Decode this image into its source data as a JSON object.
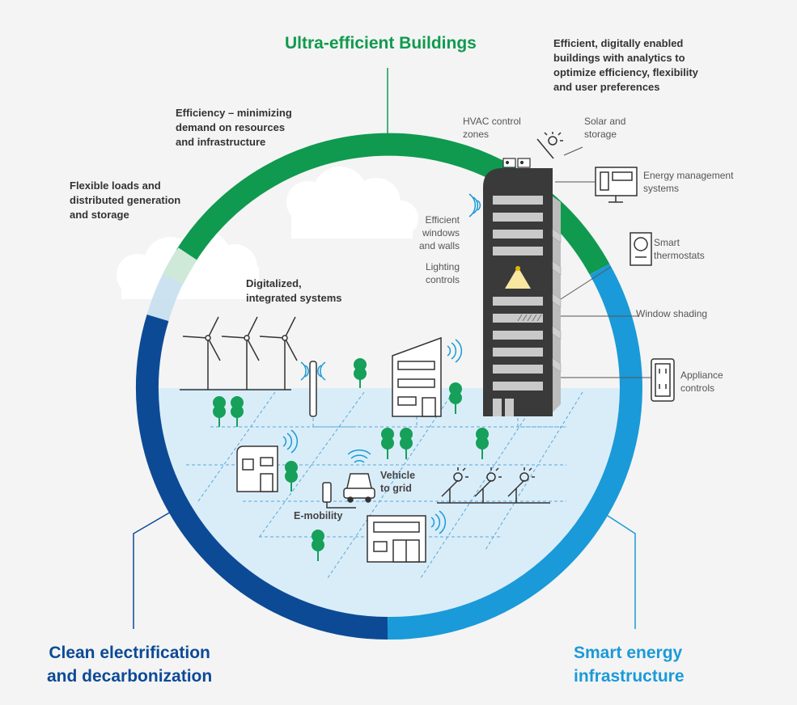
{
  "headings": {
    "ultra_efficient": "Ultra-efficient Buildings",
    "clean_electrification": "Clean electrification\nand decarbonization",
    "smart_energy": "Smart energy\ninfrastructure"
  },
  "annotations": {
    "efficient_buildings": "Efficient, digitally enabled\nbuildings with analytics to\noptimize efficiency, flexibility\nand user preferences",
    "efficiency": "Efficiency – minimizing\ndemand on resources\nand infrastructure",
    "flexible_loads": "Flexible loads and\ndistributed generation\nand storage",
    "digitalized": "Digitalized,\nintegrated systems",
    "vehicle_to_grid": "Vehicle\nto grid",
    "e_mobility": "E-mobility"
  },
  "labels": {
    "hvac": "HVAC control\nzones",
    "solar": "Solar and\nstorage",
    "energy_mgmt": "Energy management\nsystems",
    "efficient_windows": "Efficient\nwindows\nand walls",
    "lighting": "Lighting\ncontrols",
    "thermostats": "Smart\nthermostats",
    "window_shading": "Window shading",
    "appliance": "Appliance\ncontrols"
  },
  "colors": {
    "green": "#0f9a4f",
    "dark_blue": "#0c4a96",
    "light_blue": "#1a9ad8",
    "building": "#3a3a3a",
    "tree": "#16a05a"
  }
}
